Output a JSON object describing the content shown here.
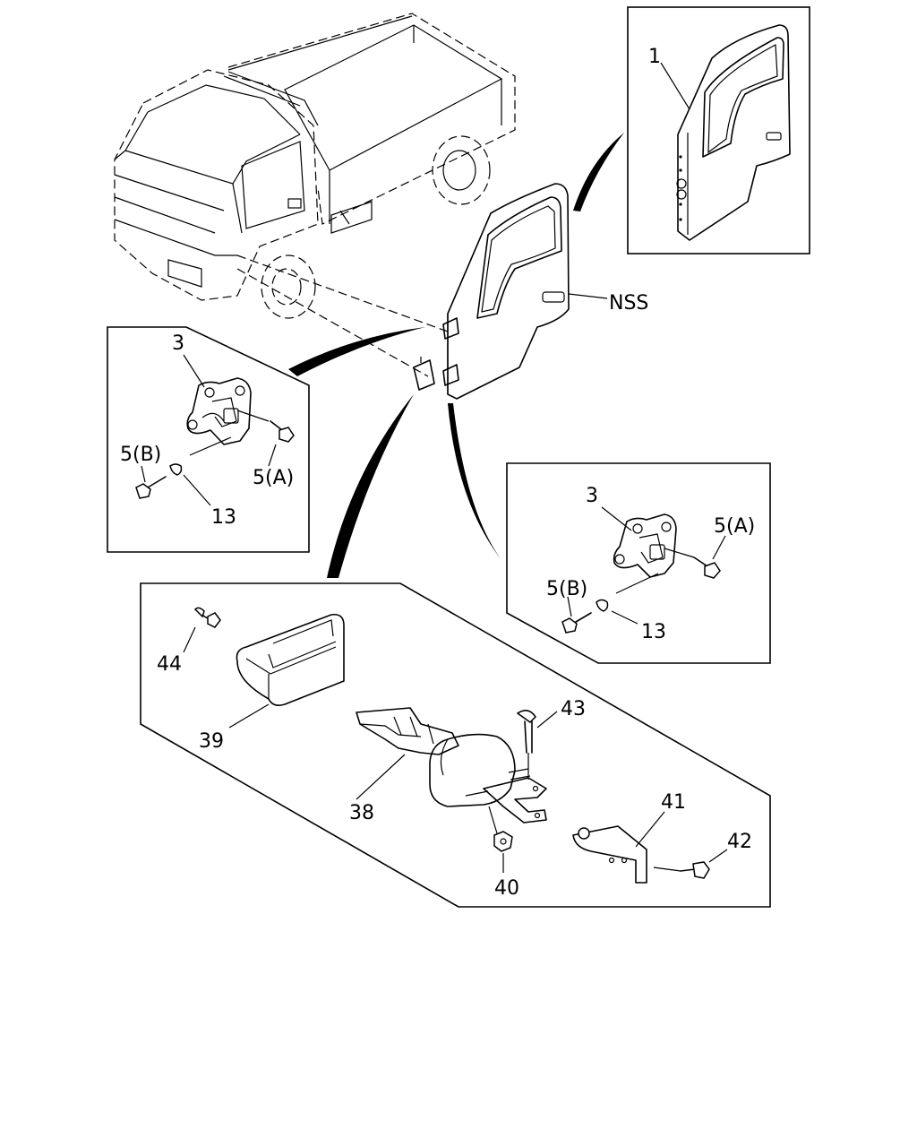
{
  "labels": {
    "door_part": "1",
    "side": "NSS",
    "hinge_left": "3",
    "bolt_a_left": "5(A)",
    "bolt_b_left": "5(B)",
    "pin_left": "13",
    "hinge_right": "3",
    "bolt_a_right": "5(A)",
    "bolt_b_right": "5(B)",
    "pin_right": "13",
    "clip": "44",
    "cover": "39",
    "check": "38",
    "nut": "40",
    "pin_top": "43",
    "bracket": "41",
    "bolt_bracket": "42"
  }
}
